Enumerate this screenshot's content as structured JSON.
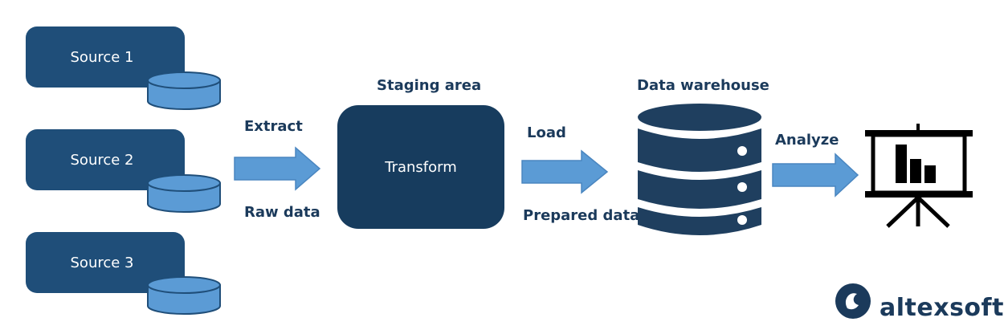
{
  "sources": [
    {
      "label": "Source 1"
    },
    {
      "label": "Source 2"
    },
    {
      "label": "Source 3"
    }
  ],
  "extract": {
    "label": "Extract",
    "sublabel": "Raw data"
  },
  "staging": {
    "title": "Staging area",
    "box_label": "Transform"
  },
  "load": {
    "label": "Load",
    "sublabel": "Prepared data"
  },
  "warehouse": {
    "title": "Data warehouse"
  },
  "analyze": {
    "label": "Analyze"
  },
  "brand": {
    "name": "altexsoft"
  },
  "colors": {
    "source_box": "#1f4e79",
    "cylinder": "#5b9bd5",
    "transform_box": "#173c5e",
    "arrow": "#5b9bd5",
    "text": "#1b3a5b",
    "warehouse": "#1f3f5f"
  }
}
